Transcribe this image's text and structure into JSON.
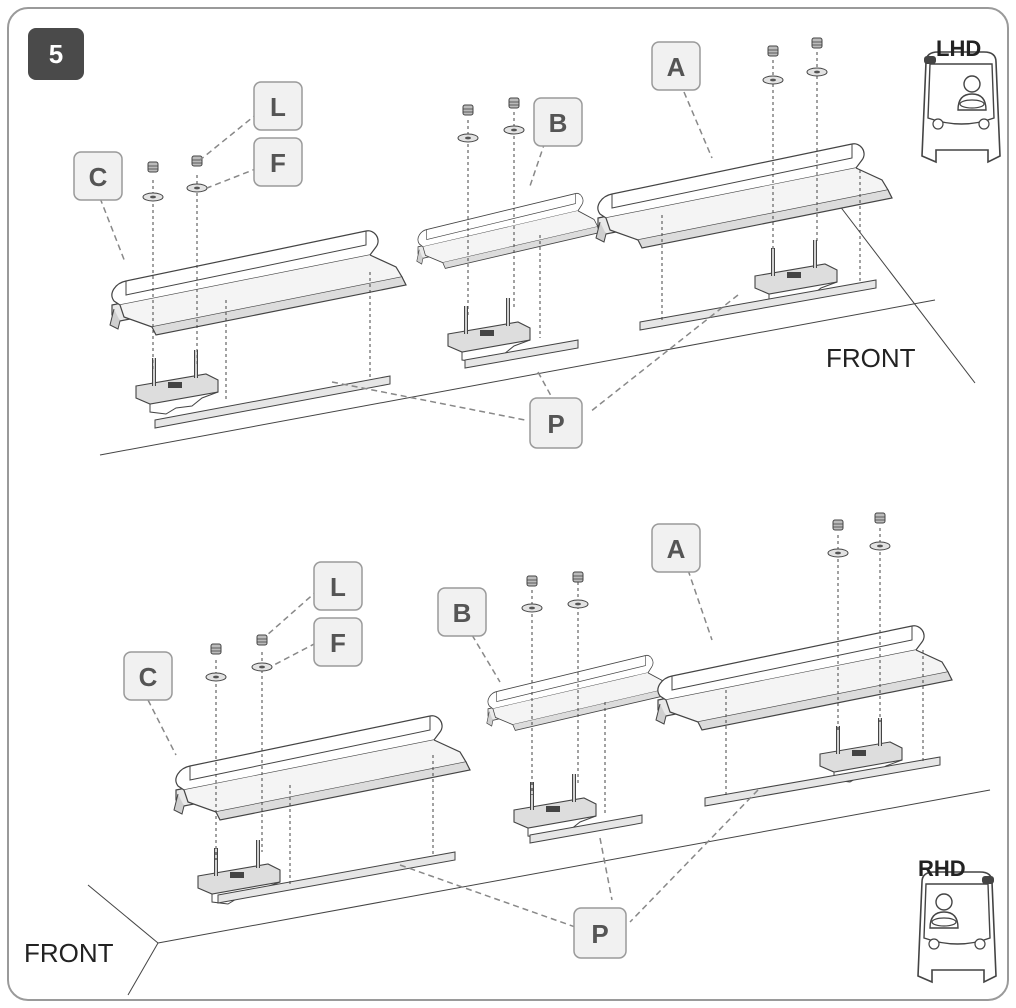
{
  "step_number": "5",
  "front_label": "FRONT",
  "drive_labels": {
    "left_hand": "LHD",
    "right_hand": "RHD"
  },
  "part_labels": {
    "rail_long": "A",
    "rail_short": "B",
    "rail_medium": "C",
    "nut": "L",
    "washer": "F",
    "pad_strip": "P"
  },
  "colors": {
    "outline": "#9a9a9a",
    "label_fill": "#f1f1f1",
    "label_text": "#555555",
    "badge_fill": "#4a4a4a",
    "line": "#444444",
    "rail_fill": "#ffffff",
    "rail_shade": "#dcdcdc",
    "pedestal": "#cfcfcf",
    "strip": "#e6e6e6"
  }
}
